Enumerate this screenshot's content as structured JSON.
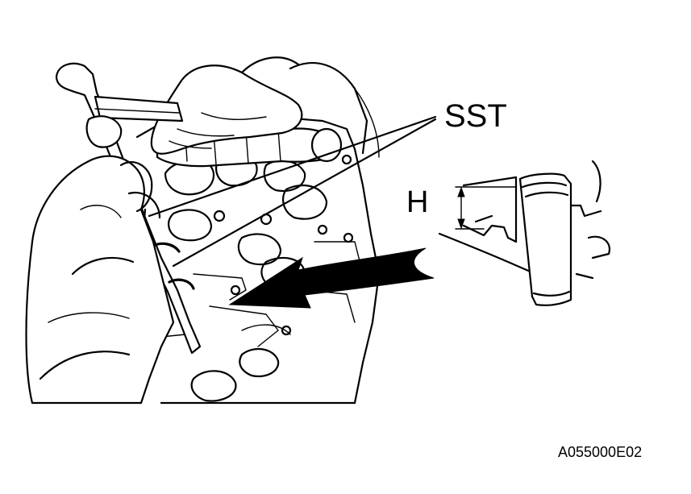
{
  "figure": {
    "labels": {
      "sst": "SST",
      "height": "H",
      "figure_code": "A055000E02"
    },
    "colors": {
      "ink": "#000000",
      "paper": "#ffffff"
    }
  }
}
